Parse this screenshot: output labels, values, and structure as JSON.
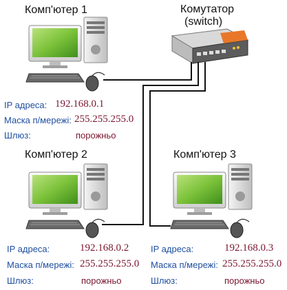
{
  "colors": {
    "label": "#1f4fa0",
    "value": "#7a1530",
    "cable": "#111111",
    "screen": "#7cc23a",
    "switch_orange": "#e8772a"
  },
  "switch": {
    "title_line1": "Комутатор",
    "title_line2": "(switch)"
  },
  "computers": [
    {
      "title": "Комп'ютер 1",
      "ip_label": "IP адреса:",
      "ip": "192.168.0.1",
      "mask_label": "Маска п/мережі:",
      "mask": "255.255.255.0",
      "gateway_label": "Шлюз:",
      "gateway": "порожньо"
    },
    {
      "title": "Комп'ютер 2",
      "ip_label": "IP адреса:",
      "ip": "192.168.0.2",
      "mask_label": "Маска п/мережі:",
      "mask": "255.255.255.0",
      "gateway_label": "Шлюз:",
      "gateway": "порожньо"
    },
    {
      "title": "Комп'ютер 3",
      "ip_label": "IP адреса:",
      "ip": "192.168.0.3",
      "mask_label": "Маска п/мережі:",
      "mask": "255.255.255.0",
      "gateway_label": "Шлюз:",
      "gateway": "порожньо"
    }
  ]
}
